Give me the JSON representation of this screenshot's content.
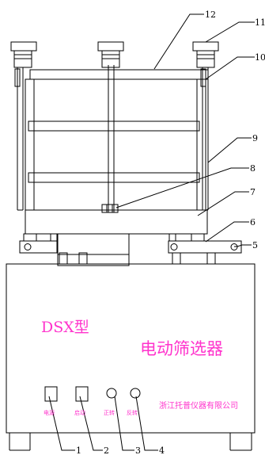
{
  "callouts": [
    "1",
    "2",
    "3",
    "4",
    "5",
    "6",
    "7",
    "8",
    "9",
    "10",
    "11",
    "12"
  ],
  "model_label": "DSX型",
  "product_name": "电动筛选器",
  "company_name": "浙江托普仪器有限公司",
  "buttons": {
    "power": "电源",
    "start": "启动",
    "forward": "正转",
    "reverse": "反转"
  },
  "colors": {
    "line": "#000000",
    "label_text": "#ff33cc"
  }
}
